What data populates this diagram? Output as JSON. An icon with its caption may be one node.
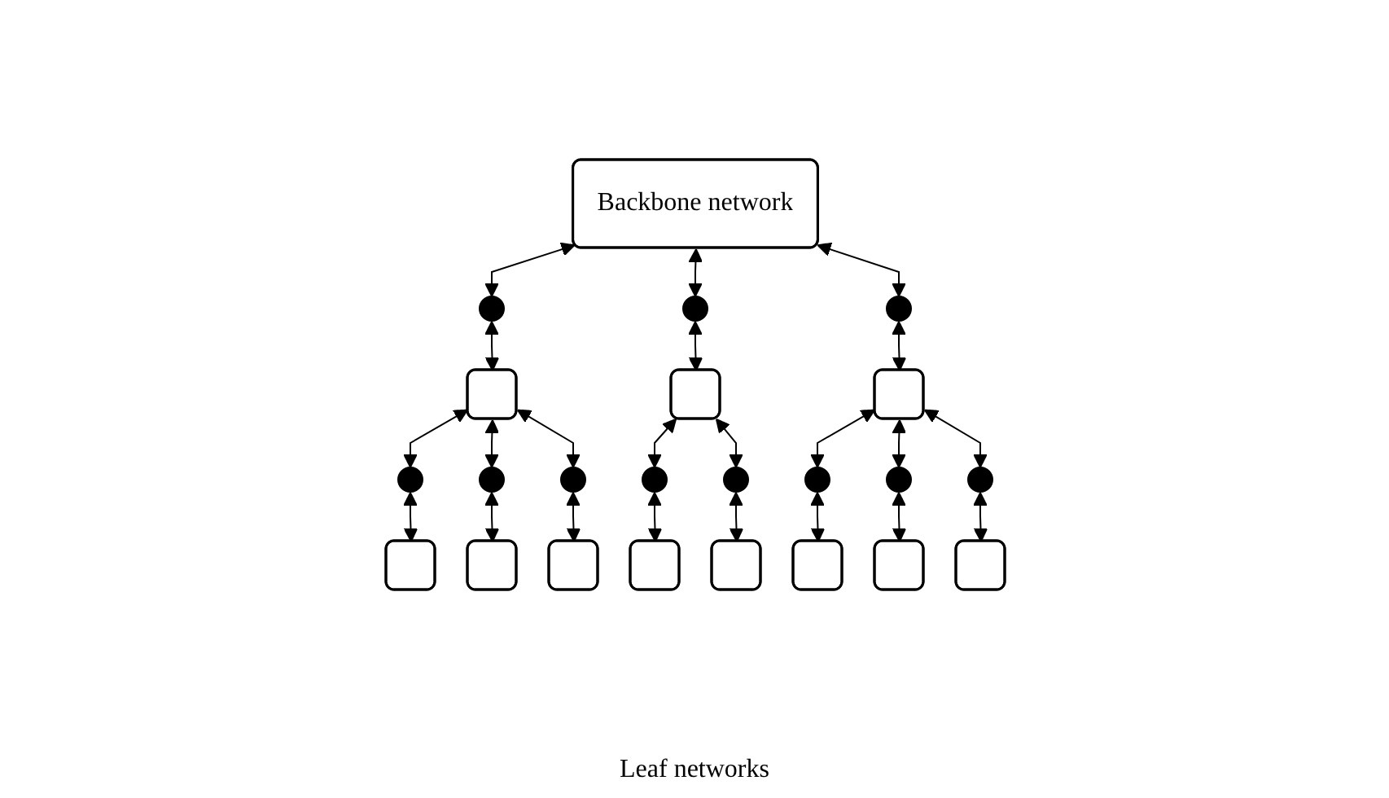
{
  "diagram": {
    "nodes": [
      {
        "text": [
          "Backbone network"
        ]
      },
      {
        "text": [],
        "shape": "circle"
      },
      {
        "text": [],
        "shape": "circle"
      },
      {
        "text": [],
        "shape": "circle"
      },
      {
        "text": [],
        "shape": "box"
      },
      {
        "text": [],
        "shape": "box"
      },
      {
        "text": [],
        "shape": "box"
      },
      {
        "text": [],
        "shape": "circle"
      },
      {
        "text": [],
        "shape": "circle"
      },
      {
        "text": [],
        "shape": "circle"
      },
      {
        "text": [],
        "shape": "circle"
      },
      {
        "text": [],
        "shape": "circle"
      },
      {
        "text": [],
        "shape": "circle"
      },
      {
        "text": [],
        "shape": "circle"
      },
      {
        "text": [],
        "shape": "circle"
      },
      {
        "text": [],
        "shape": "box"
      },
      {
        "text": [],
        "shape": "box"
      },
      {
        "text": [],
        "shape": "box"
      },
      {
        "text": [],
        "shape": "box"
      },
      {
        "text": [],
        "shape": "box"
      },
      {
        "text": [],
        "shape": "box"
      },
      {
        "text": [],
        "shape": "box"
      },
      {
        "text": [],
        "shape": "box"
      }
    ],
    "edges": [
      {
        "from": 0,
        "to": 1,
        "arrow": "both"
      },
      {
        "from": 1,
        "to": 4,
        "arrow": "both"
      },
      {
        "from": 0,
        "to": 2,
        "arrow": "both"
      },
      {
        "from": 2,
        "to": 5,
        "arrow": "both"
      },
      {
        "from": 0,
        "to": 3,
        "arrow": "both"
      },
      {
        "from": 3,
        "to": 6,
        "arrow": "both"
      },
      {
        "from": 4,
        "to": 7,
        "arrow": "both"
      },
      {
        "from": 7,
        "to": 15,
        "arrow": "both"
      },
      {
        "from": 4,
        "to": 8,
        "arrow": "both"
      },
      {
        "from": 8,
        "to": 16,
        "arrow": "both"
      },
      {
        "from": 4,
        "to": 9,
        "arrow": "both"
      },
      {
        "from": 9,
        "to": 17,
        "arrow": "both"
      },
      {
        "from": 5,
        "to": 10,
        "arrow": "both"
      },
      {
        "from": 10,
        "to": 18,
        "arrow": "both"
      },
      {
        "from": 5,
        "to": 11,
        "arrow": "both"
      },
      {
        "from": 11,
        "to": 19,
        "arrow": "both"
      },
      {
        "from": 6,
        "to": 12,
        "arrow": "both"
      },
      {
        "from": 12,
        "to": 20,
        "arrow": "both"
      },
      {
        "from": 6,
        "to": 13,
        "arrow": "both"
      },
      {
        "from": 13,
        "to": 21,
        "arrow": "both"
      },
      {
        "from": 6,
        "to": 14,
        "arrow": "both"
      },
      {
        "from": 14,
        "to": 22,
        "arrow": "both"
      }
    ],
    "labels": [
      "Leaf networks"
    ]
  }
}
